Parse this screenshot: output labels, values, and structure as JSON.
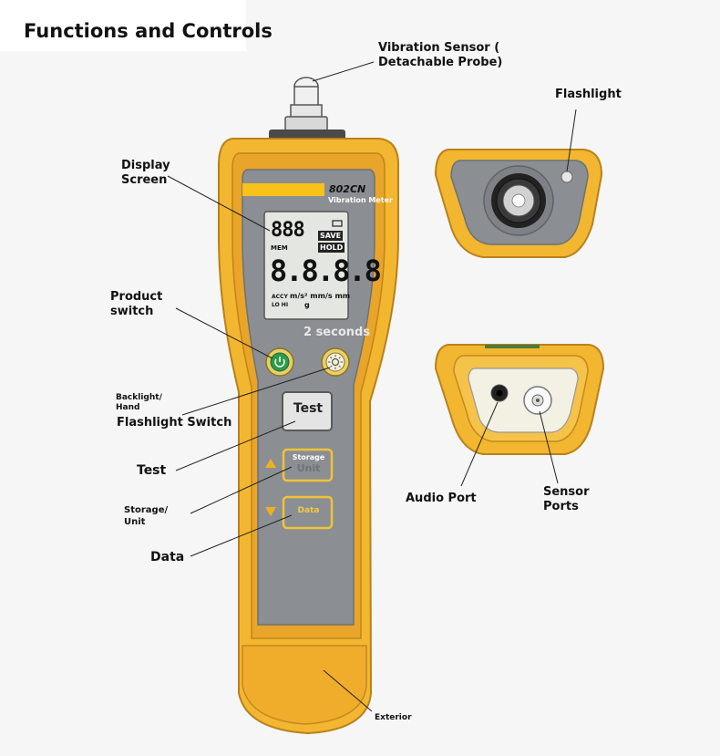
{
  "title": "Functions and Controls",
  "device": {
    "model": "802CN",
    "subtitle": "Vibration Meter",
    "hold_hint": "2 seconds",
    "lcd": {
      "top_digits": "888",
      "save": "SAVE",
      "hold": "HOLD",
      "mem": "MEM",
      "main_digits": "8.8.8.8",
      "accy": "ACCY",
      "units": "m/s² mm/s mm",
      "lo_hi": "LO HI",
      "g": "g"
    },
    "buttons": {
      "test": "Test",
      "storage_line1": "Storage",
      "storage_line2": "Unit",
      "data": "Data"
    }
  },
  "labels": {
    "vibration_sensor_l1": "Vibration Sensor (",
    "vibration_sensor_l2": "Detachable Probe)",
    "display_l1": "Display",
    "display_l2": "Screen",
    "product_l1": "Product",
    "product_l2": "switch",
    "backlight_l1": "Backlight/",
    "backlight_l2": "Hand",
    "flashlight_switch": "Flashlight Switch",
    "test": "Test",
    "storage_l1": "Storage/",
    "storage_l2": "Unit",
    "data": "Data",
    "exterior": "Exterior",
    "flashlight": "Flashlight",
    "audio_port": "Audio Port",
    "sensor_l1": "Sensor",
    "sensor_l2": "Ports"
  },
  "colors": {
    "body_yellow": "#f2b631",
    "body_edge": "#c78a17",
    "panel_gray": "#8b8f93",
    "lcd_bg": "#e4e6e1",
    "power_green": "#2e9a4a",
    "arrow_yellow": "#f0b020"
  }
}
